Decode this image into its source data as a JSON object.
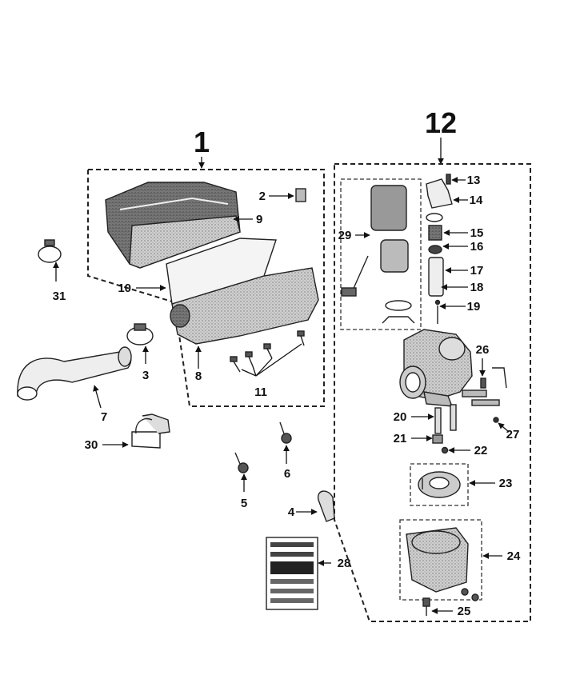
{
  "assemblies": {
    "air_filter": "1",
    "carburetor": "12"
  },
  "callouts": [
    "1",
    "2",
    "3",
    "4",
    "5",
    "6",
    "7",
    "8",
    "9",
    "10",
    "11",
    "12",
    "13",
    "14",
    "15",
    "16",
    "17",
    "18",
    "19",
    "20",
    "21",
    "22",
    "23",
    "24",
    "25",
    "26",
    "27",
    "28",
    "29",
    "30",
    "31"
  ],
  "part_labels": {
    "p2": "2",
    "p3": "3",
    "p4": "4",
    "p5": "5",
    "p6": "6",
    "p7": "7",
    "p8": "8",
    "p9": "9",
    "p10": "10",
    "p11": "11",
    "p13": "13",
    "p14": "14",
    "p15": "15",
    "p16": "16",
    "p17": "17",
    "p18": "18",
    "p19": "19",
    "p20": "20",
    "p21": "21",
    "p22": "22",
    "p23": "23",
    "p24": "24",
    "p25": "25",
    "p26": "26",
    "p27": "27",
    "p28": "28",
    "p29": "29",
    "p30": "30",
    "p31": "31"
  }
}
